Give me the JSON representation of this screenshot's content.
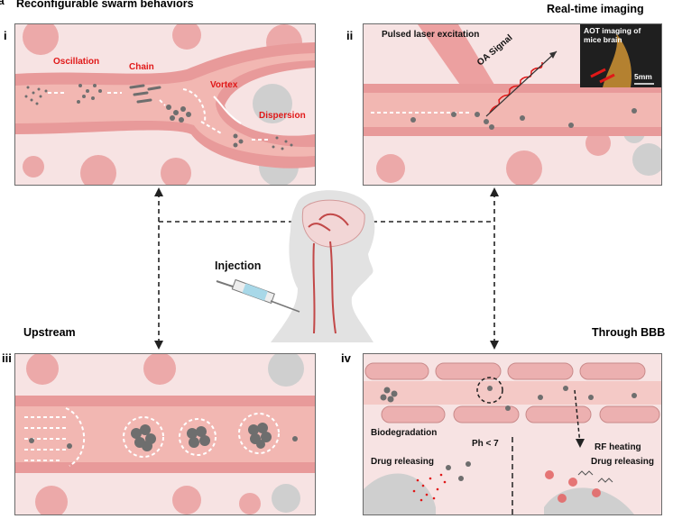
{
  "header": {
    "panel_letter": "a",
    "title_left": "Reconfigurable  swarm behaviors",
    "title_right": "Real-time imaging"
  },
  "panels": {
    "i": {
      "label": "i",
      "oscillation": "Oscillation",
      "chain": "Chain",
      "vortex": "Vortex",
      "dispersion": "Dispersion"
    },
    "ii": {
      "label": "ii",
      "laser": "Pulsed laser excitation",
      "oa_signal": "OA Signal",
      "inset_title": "AOT imaging of mice brain",
      "scale": "5mm"
    },
    "iii": {
      "label": "iii",
      "title": "Upstream"
    },
    "iv": {
      "label": "iv",
      "title": "Through BBB",
      "biodegradation": "Biodegradation",
      "ph": "Ph < 7",
      "drug_left": "Drug releasing",
      "rf": "RF heating",
      "drug_right": "Drug releasing"
    }
  },
  "center": {
    "injection": "Injection"
  },
  "colors": {
    "tissue": "#f7e3e3",
    "vessel": "#e89a9a",
    "vessel_core": "#f2b7b2",
    "cell": "#eaa2a2",
    "label_red": "#e01818",
    "particle": "#6e6e6e"
  }
}
